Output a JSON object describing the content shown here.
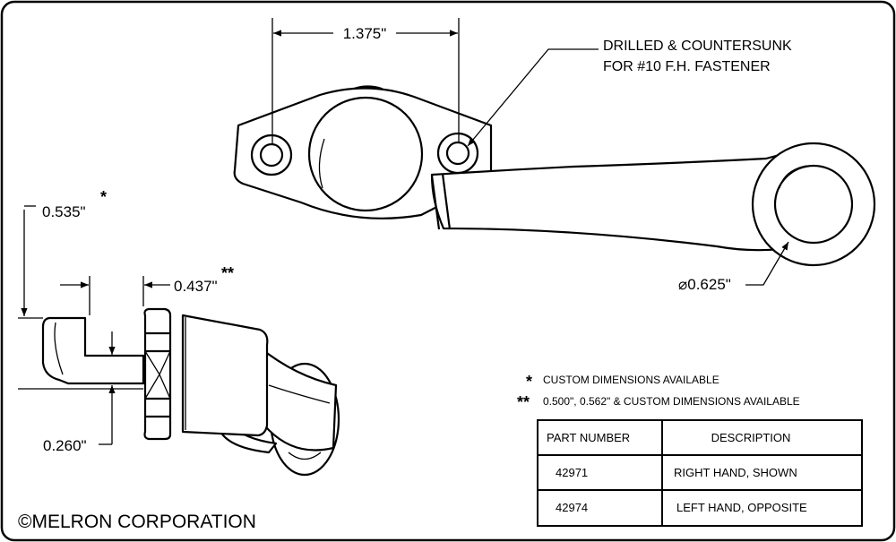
{
  "dimensions": {
    "hole_spacing": "1.375\"",
    "hook_height": "0.535\"",
    "hook_height_mark": "*",
    "shank_length": "0.437\"",
    "shank_length_mark": "**",
    "hook_gap": "0.260\"",
    "ring_diameter": "⌀0.625\""
  },
  "callout": {
    "line1": "DRILLED & COUNTERSUNK",
    "line2": "FOR #10 F.H. FASTENER"
  },
  "notes": [
    {
      "mark": "*",
      "text": "CUSTOM DIMENSIONS AVAILABLE"
    },
    {
      "mark": "**",
      "text": "0.500\", 0.562\" & CUSTOM DIMENSIONS AVAILABLE"
    }
  ],
  "table": {
    "headers": [
      "PART NUMBER",
      "DESCRIPTION"
    ],
    "rows": [
      [
        "42971",
        "RIGHT HAND, SHOWN"
      ],
      [
        "42974",
        "LEFT HAND, OPPOSITE"
      ]
    ]
  },
  "copyright": "©MELRON CORPORATION"
}
